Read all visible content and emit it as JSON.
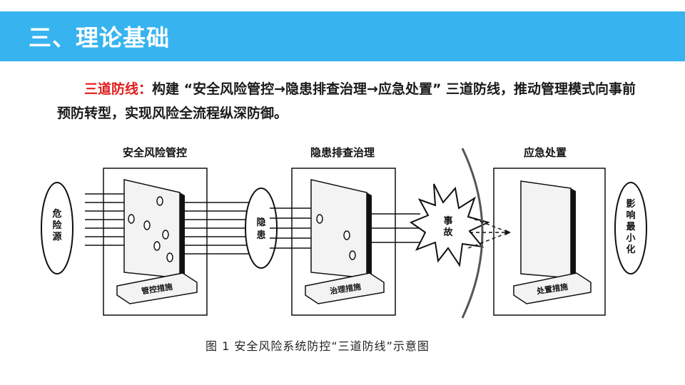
{
  "header": {
    "title": "三、理论基础",
    "bar_color": "#37b4ef"
  },
  "intro": {
    "lead": "三道防线：",
    "body": "构建 “安全风险管控→隐患排查治理→应急处置” 三道防线，推动管理模式向事前预防转型，实现风险全流程纵深防御。",
    "lead_color": "#e31b1b"
  },
  "diagram": {
    "stage1": {
      "title": "安全风险管控",
      "base": "管控措施"
    },
    "stage2": {
      "title": "隐患排查治理",
      "base": "治理措施"
    },
    "stage3": {
      "title": "应急处置",
      "base": "处置措施"
    },
    "source": "危险源",
    "hazard": "隐患",
    "accident": "事故",
    "result": "影响最小化"
  },
  "caption": "图 1   安全风险系统防控“三道防线”示意图"
}
